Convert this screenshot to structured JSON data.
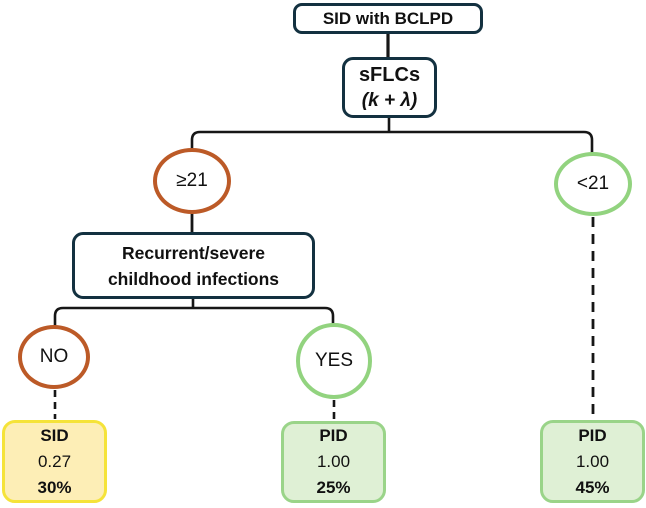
{
  "tree": {
    "root": {
      "label": "SID with BCLPD"
    },
    "test": {
      "line1": "sFLCs",
      "line2": "(k + λ)"
    },
    "branches": {
      "high": {
        "label": "≥21"
      },
      "low": {
        "label": "<21"
      }
    },
    "question": {
      "line1": "Recurrent/severe",
      "line2": "childhood infections"
    },
    "answers": {
      "no": "NO",
      "yes": "YES"
    },
    "outcomes": {
      "sid": {
        "label": "SID",
        "probability": "0.27",
        "percentage": "30%"
      },
      "pid_yes": {
        "label": "PID",
        "probability": "1.00",
        "percentage": "25%"
      },
      "pid_low": {
        "label": "PID",
        "probability": "1.00",
        "percentage": "45%"
      }
    },
    "colors": {
      "box_border": "#133140",
      "high_branch_stroke": "#bc5a27",
      "low_branch_stroke": "#92d37f",
      "sid_fill": "#fdeeb6",
      "sid_border": "#f5e339",
      "pid_fill": "#dff0d5",
      "pid_border": "#9ad489",
      "connector": "#161616",
      "text": "#111111"
    }
  }
}
